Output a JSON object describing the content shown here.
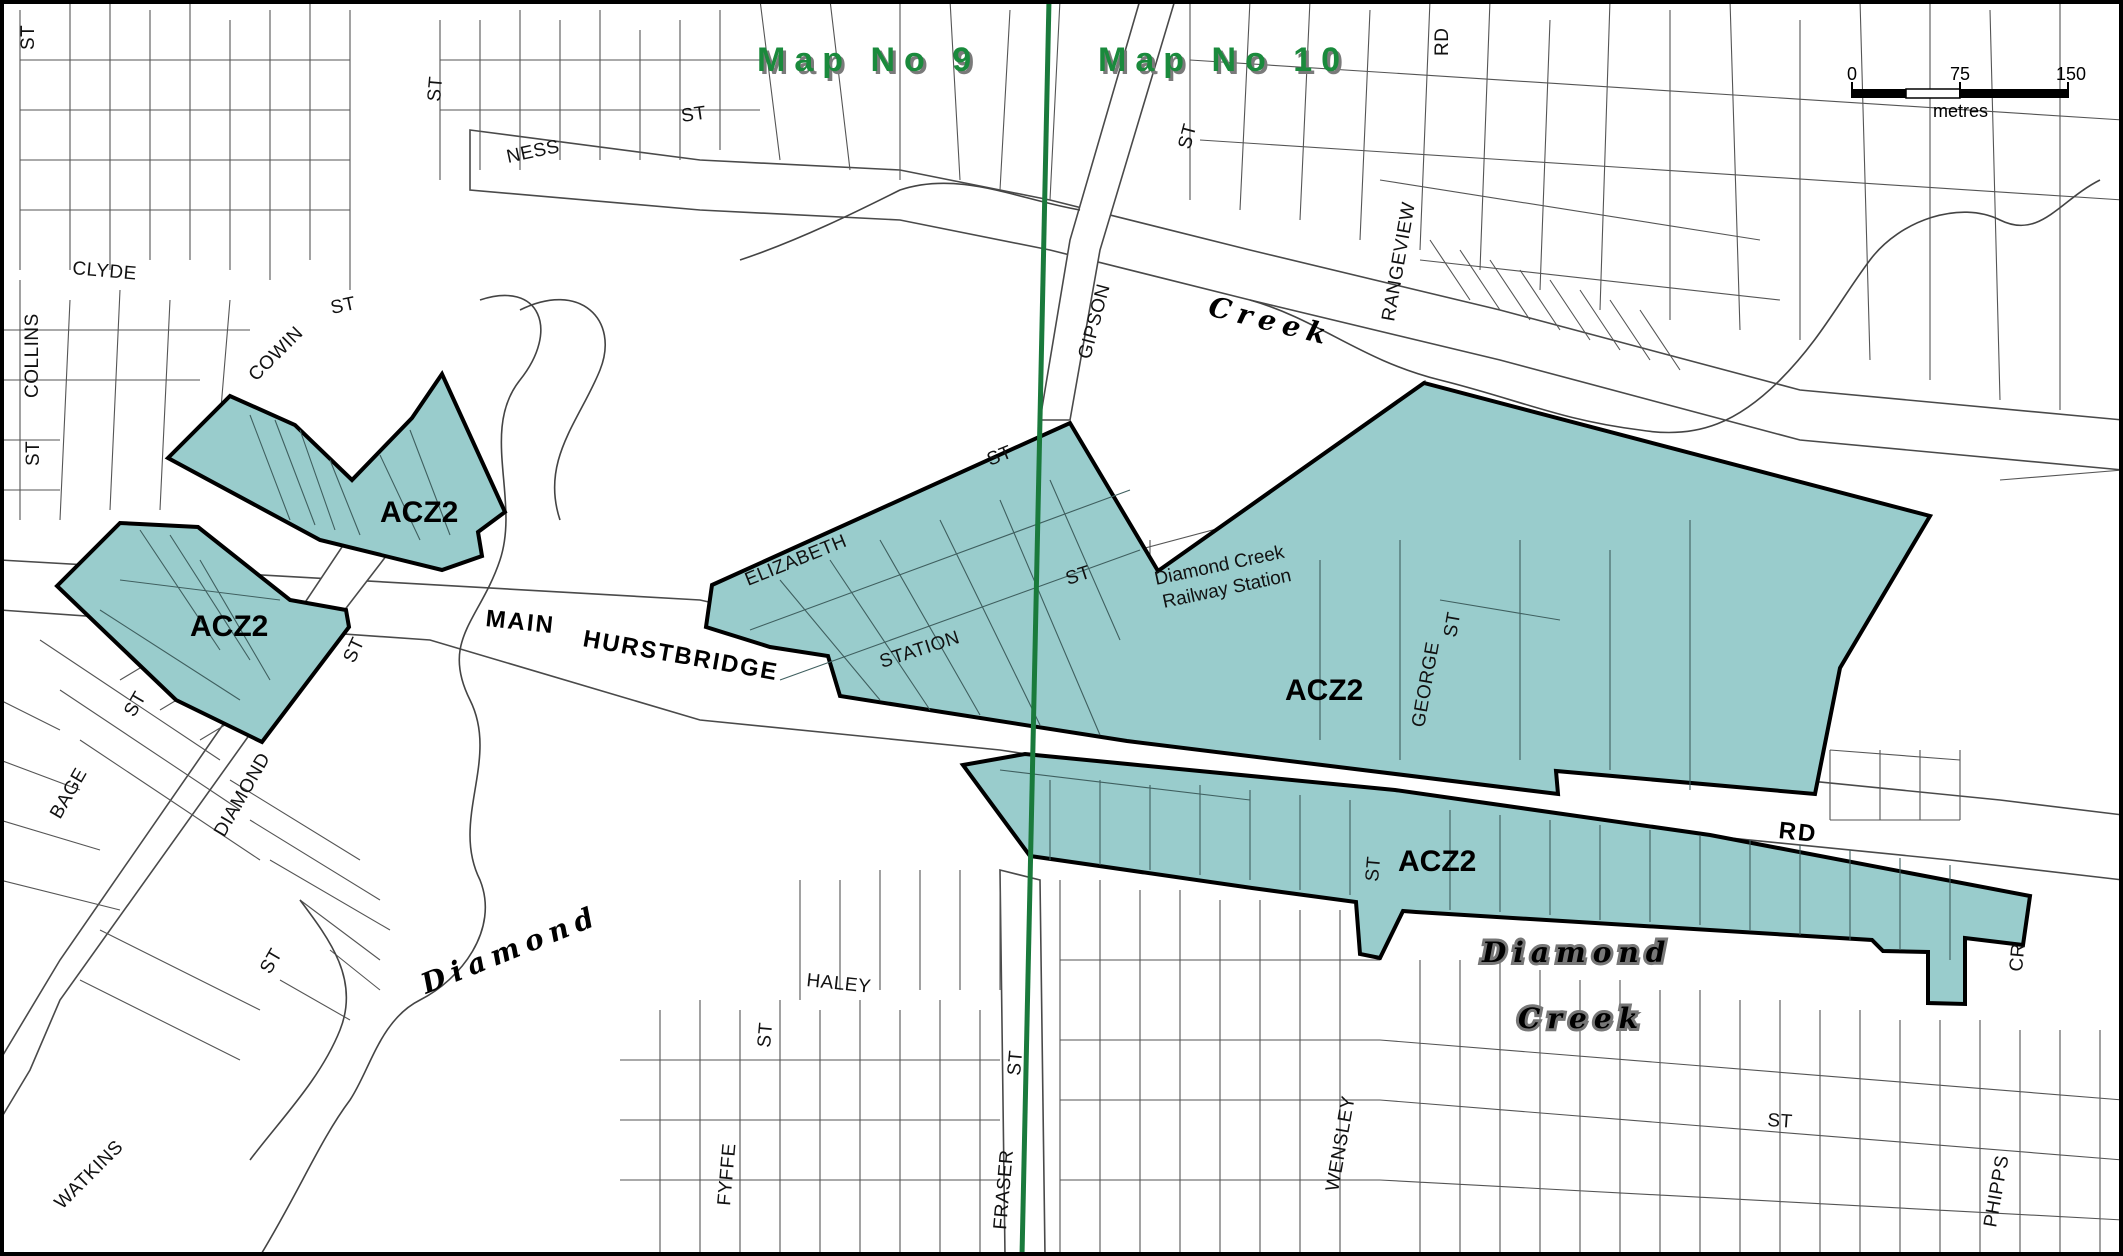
{
  "map_sheets": {
    "left": "Map No 9",
    "right": "Map No 10"
  },
  "scale_bar": {
    "ticks": [
      "0",
      "75",
      "150"
    ],
    "unit": "metres"
  },
  "zones": {
    "label": "ACZ2",
    "fill_color": "#99cccc",
    "outline_color": "#000000"
  },
  "streets": {
    "main_label": "MAIN",
    "hurstbridge_label": "HURSTBRIDGE",
    "rd_label": "RD",
    "st_label": "ST",
    "cr_label": "CR",
    "ness": "NESS",
    "clyde": "CLYDE",
    "collins": "COLLINS",
    "cowin": "COWIN",
    "bage": "BAGE",
    "diamond": "DIAMOND",
    "watkins": "WATKINS",
    "elizabeth": "ELIZABETH",
    "station": "STATION",
    "gipson": "GIPSON",
    "rangeview": "RANGEVIEW",
    "george": "GEORGE",
    "haley": "HALEY",
    "fyffe": "FYFFE",
    "fraser": "FRASER",
    "wensley": "WENSLEY",
    "phipps": "PHIPPS"
  },
  "landmarks": {
    "railway_station_line1": "Diamond Creek",
    "railway_station_line2": "Railway Station"
  },
  "waterways": {
    "creek_upper": "Creek",
    "diamond_left": "Diamond",
    "diamond_town": "Diamond",
    "creek_town": "Creek"
  },
  "colors": {
    "map_sheet_divider": "#1a7a3c",
    "zone_fill": "#99cccc"
  }
}
